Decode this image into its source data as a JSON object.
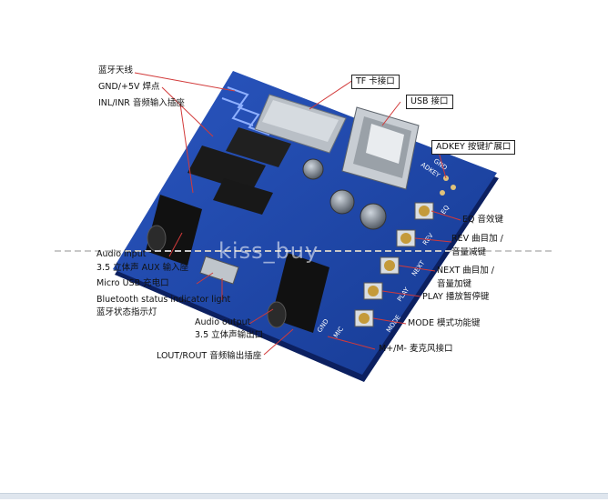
{
  "labels": {
    "antenna": "蓝牙天线",
    "gnd5v": "GND/+5V 焊点",
    "inl_inr": "INL/INR 音频输入插座",
    "tf": "TF 卡接口",
    "usb": "USB 接口",
    "adkey": "ADKEY 按键扩展口",
    "eq": "EQ 音效键",
    "rev1": "REV 曲目加 /",
    "rev2": "音量减键",
    "next1": "NEXT 曲目加 /",
    "next2": "音量加键",
    "play": "PLAY 播放暂停键",
    "mode": "MODE 模式功能键",
    "mic": "M+/M- 麦克风接口",
    "audio_in1": "Audio input",
    "audio_in2": "3.5 立体声 AUX 输入座",
    "micro_usb": "Micro USB 充电口",
    "bt_led1": "Bluetooth status indicator light",
    "bt_led2": "蓝牙状态指示灯",
    "audio_out1": "Audio output",
    "audio_out2": "3.5 立体声输出口",
    "lout": "LOUT/ROUT 音频输出插座"
  },
  "silkscreen": {
    "adkey": "ADKEY",
    "gnd": "GND",
    "eq": "EQ",
    "rev": "REV",
    "next": "NEXT",
    "play": "PLAY",
    "mode": "MODE",
    "gnd2": "GND",
    "mic": "MIC"
  },
  "watermark": "kiss_buy",
  "colors": {
    "pcb": "#1f47a8",
    "pcb_dark": "#0f2a6e",
    "background": "#ffffff"
  }
}
